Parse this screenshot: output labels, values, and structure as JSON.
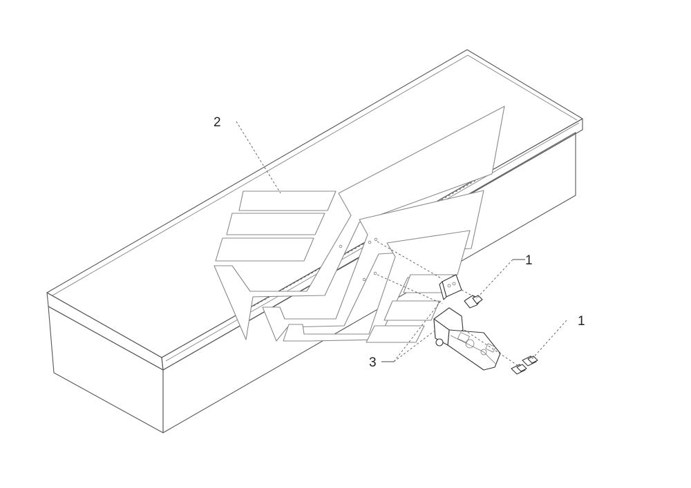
{
  "callouts": {
    "bolt_upper": "1",
    "bolt_lower": "1",
    "emblem_decal": "2",
    "hinge_bracket": "3"
  }
}
